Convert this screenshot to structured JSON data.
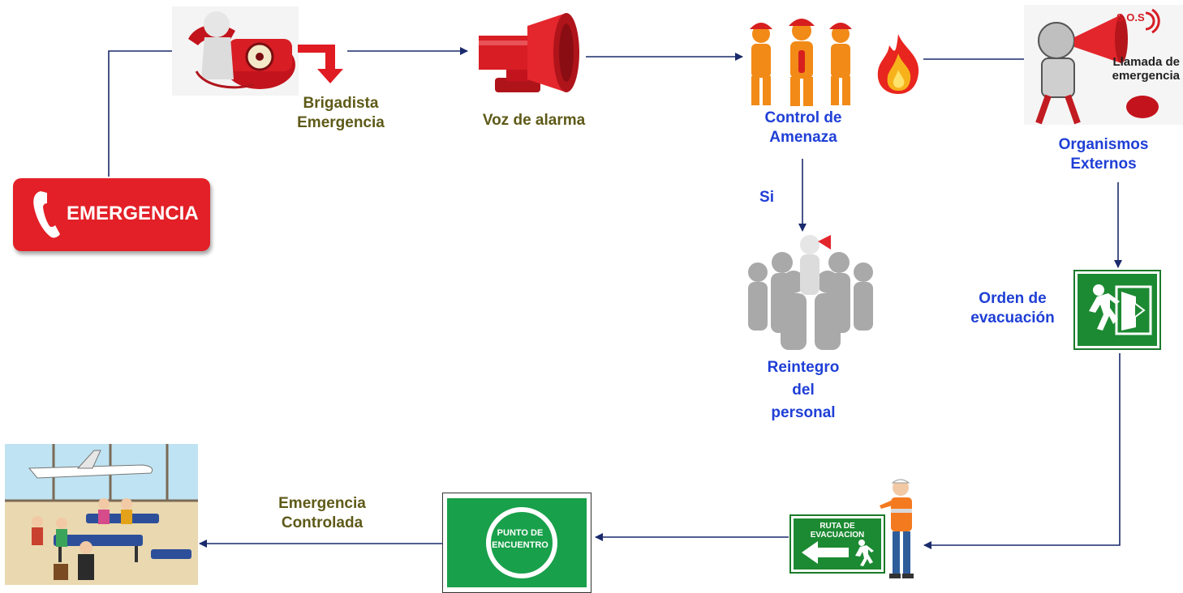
{
  "nodes": {
    "emergencia_button": {
      "text": "EMERGENCIA"
    },
    "brigadista": {
      "label": "Brigadista\nEmergencia",
      "line1": "Brigadista",
      "line2": "Emergencia"
    },
    "voz_alarma": {
      "label": "Voz de alarma"
    },
    "control": {
      "line1": "Control de",
      "line2": "Amenaza"
    },
    "si": {
      "label": "Si"
    },
    "organismos": {
      "line1": "Organismos",
      "line2": "Externos",
      "sign_line1": "Llamada de",
      "sign_line2": "emergencia",
      "sos": "S.O.S"
    },
    "reintegro": {
      "line1": "Reintegro",
      "line2": "del",
      "line3": "personal"
    },
    "orden": {
      "line1": "Orden de",
      "line2": "evacuación"
    },
    "ruta": {
      "sign_text": "RUTA DE EVACUACION"
    },
    "punto": {
      "line1": "PUNTO DE",
      "line2": "ENCUENTRO"
    },
    "controlada": {
      "line1": "Emergencia",
      "line2": "Controlada"
    }
  },
  "colors": {
    "olive_text": "#5e5a18",
    "blue_text": "#1f3fd6",
    "arrow": "#1a2a6c",
    "emergency_red": "#e32027",
    "sign_green": "#1c8a32"
  }
}
